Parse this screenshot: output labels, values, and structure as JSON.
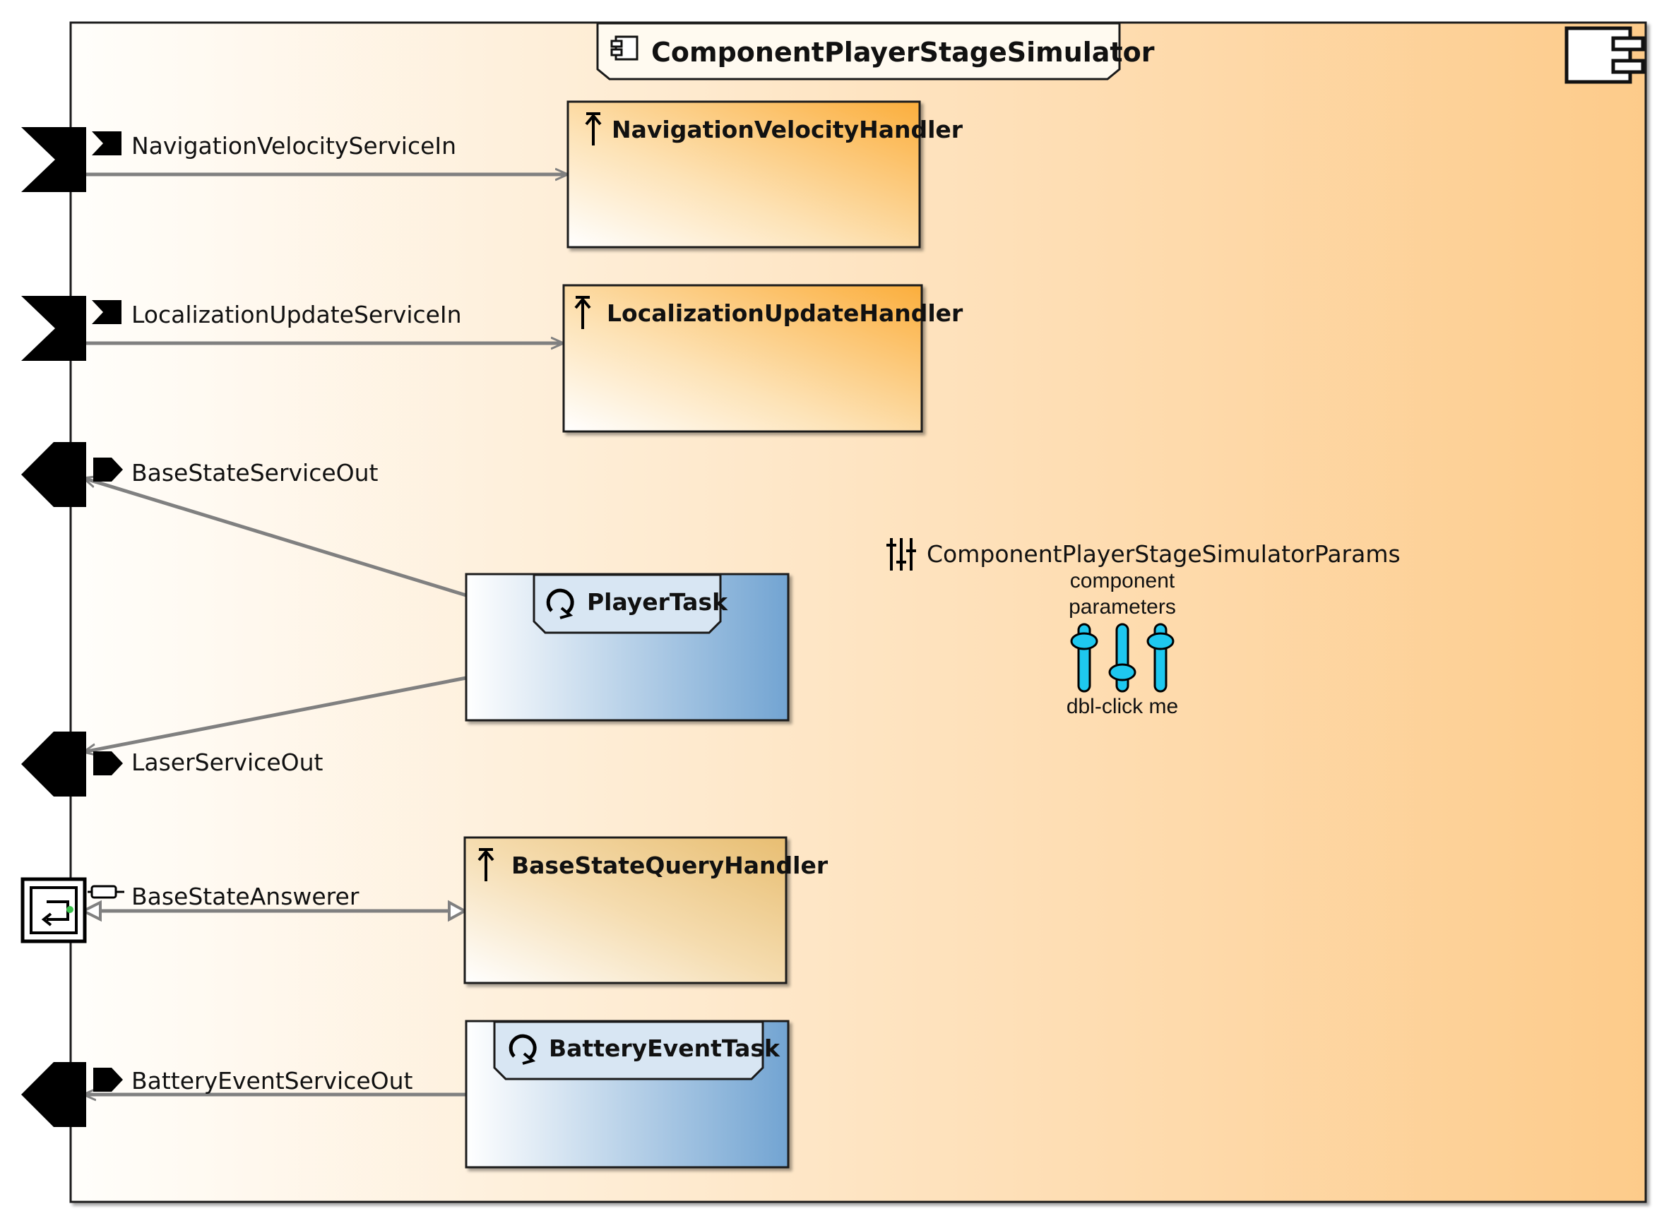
{
  "component": {
    "name": "ComponentPlayerStageSimulator",
    "icon": "component-icon"
  },
  "ports": [
    {
      "id": "NavigationVelocityServiceIn",
      "label": "NavigationVelocityServiceIn",
      "kind": "input",
      "icon": "input-port-icon"
    },
    {
      "id": "LocalizationUpdateServiceIn",
      "label": "LocalizationUpdateServiceIn",
      "kind": "input",
      "icon": "input-port-icon"
    },
    {
      "id": "BaseStateServiceOut",
      "label": "BaseStateServiceOut",
      "kind": "output",
      "icon": "output-port-icon"
    },
    {
      "id": "LaserServiceOut",
      "label": "LaserServiceOut",
      "kind": "output",
      "icon": "output-port-icon"
    },
    {
      "id": "BaseStateAnswerer",
      "label": "BaseStateAnswerer",
      "kind": "answer",
      "icon": "answer-port-icon"
    },
    {
      "id": "BatteryEventServiceOut",
      "label": "BatteryEventServiceOut",
      "kind": "output",
      "icon": "output-port-icon"
    }
  ],
  "handlers": [
    {
      "id": "NavigationVelocityHandler",
      "label": "NavigationVelocityHandler",
      "icon": "handler-arrow-icon"
    },
    {
      "id": "LocalizationUpdateHandler",
      "label": "LocalizationUpdateHandler",
      "icon": "handler-arrow-icon"
    },
    {
      "id": "BaseStateQueryHandler",
      "label": "BaseStateQueryHandler",
      "icon": "handler-arrow-icon"
    }
  ],
  "tasks": [
    {
      "id": "PlayerTask",
      "label": "PlayerTask",
      "icon": "task-cycle-icon"
    },
    {
      "id": "BatteryEventTask",
      "label": "BatteryEventTask",
      "icon": "task-cycle-icon"
    }
  ],
  "params": {
    "label": "ComponentPlayerStageSimulatorParams",
    "line1": "component",
    "line2": "parameters",
    "hint": "dbl-click me",
    "icon": "sliders-icon"
  },
  "colors": {
    "handler_fill_end": "#fbae3c",
    "handler_query_fill_end": "#e8be72",
    "task_fill_end": "#72a4d2",
    "component_fill_end": "#fdcb8a",
    "connector": "#808080",
    "slider": "#1ec8ef"
  }
}
